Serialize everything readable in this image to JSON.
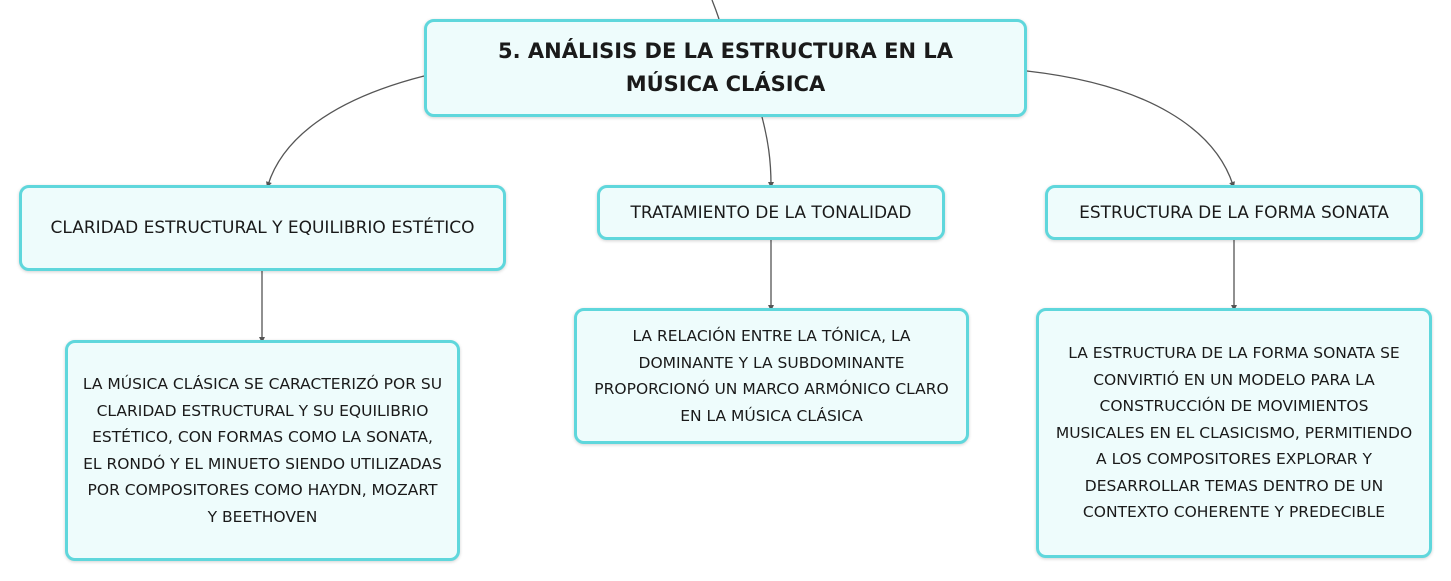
{
  "map": {
    "root": {
      "title": "5. ANÁLISIS DE LA ESTRUCTURA EN LA MÚSICA CLÁSICA"
    },
    "topics": [
      {
        "label": "CLARIDAD ESTRUCTURAL Y EQUILIBRIO ESTÉTICO",
        "detail": "LA MÚSICA CLÁSICA SE CARACTERIZÓ POR SU CLARIDAD ESTRUCTURAL Y SU EQUILIBRIO ESTÉTICO, CON FORMAS COMO LA SONATA, EL RONDÓ Y EL MINUETO SIENDO UTILIZADAS POR COMPOSITORES COMO HAYDN, MOZART Y BEETHOVEN"
      },
      {
        "label": "TRATAMIENTO DE LA TONALIDAD",
        "detail": "LA RELACIÓN ENTRE LA TÓNICA, LA DOMINANTE Y LA SUBDOMINANTE PROPORCIONÓ UN MARCO ARMÓNICO CLARO EN LA MÚSICA CLÁSICA"
      },
      {
        "label": "ESTRUCTURA DE LA FORMA SONATA",
        "detail": "LA ESTRUCTURA DE LA FORMA SONATA SE CONVIRTIÓ EN UN MODELO PARA LA CONSTRUCCIÓN DE MOVIMIENTOS MUSICALES EN EL CLASICISMO, PERMITIENDO A LOS COMPOSITORES EXPLORAR Y DESARROLLAR TEMAS DENTRO DE UN CONTEXTO COHERENTE Y PREDECIBLE"
      }
    ]
  },
  "colors": {
    "node_fill": "#eefcfc",
    "node_border": "#5fd7dc",
    "edge": "#555555",
    "text": "#1a1a1a"
  }
}
